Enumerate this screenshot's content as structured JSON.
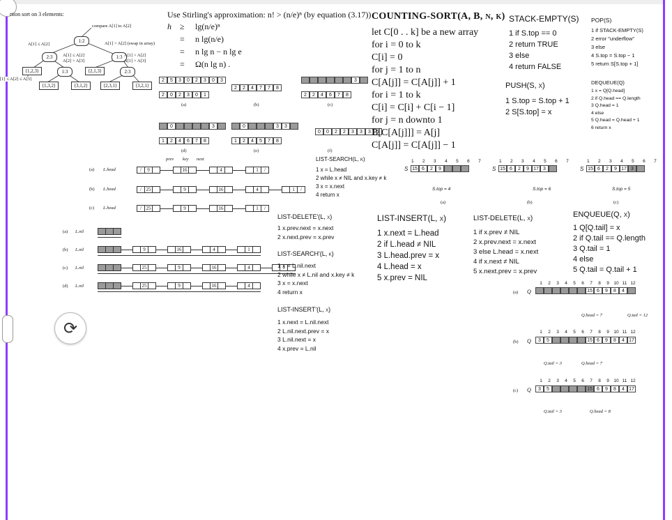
{
  "tree": {
    "heading": "rtion sort on 3 elements:",
    "root_label": "compare A[1] to A[2]",
    "root": "1:2",
    "left_edge": "A[1] ≤ A[2]",
    "right_edge": "A[1] > A[2] (swap in array)",
    "n23": "2:3",
    "n13": "1:3",
    "n23b": "2:3",
    "n13b": "1:3",
    "e1": "A[1] ≤ A[2]",
    "e2": "A[2] > A[3]",
    "e3": "A[1] > A[2]",
    "e4": "A[1] > A[3]",
    "leaves": [
      "⟨1,2,3⟩",
      "⟨1,3,2⟩",
      "⟨3,1,2⟩",
      "⟨2,1,3⟩",
      "⟨2,3,1⟩",
      "⟨3,2,1⟩"
    ],
    "far_left": "[1] ≤ A[2] ≤ A[3]"
  },
  "stirling": {
    "line1": "Use Stirling's approximation: n! > (n/e)ⁿ (by equation (3.17))",
    "h": "h",
    "rows": [
      {
        "rel": "≥",
        "expr": "lg(n/e)ⁿ"
      },
      {
        "rel": "=",
        "expr": "n lg(n/e)"
      },
      {
        "rel": "=",
        "expr": "n lg n − n lg e"
      },
      {
        "rel": "=",
        "expr": "Ω(n lg n) ."
      }
    ]
  },
  "counting_sort": {
    "title": "COUNTING-SORT(A, B, n, k)",
    "lines": [
      "let C[0 . . k] be a new array",
      "for i = 0 to k",
      "    C[i] = 0",
      "for j = 1 to n",
      "    C[A[j]] = C[A[j]] + 1",
      "for i = 1 to k",
      "    C[i] = C[i] + C[i − 1]",
      "for j = n downto 1",
      "    B[C[A[j]]] = A[j]",
      "    C[A[j]] = C[A[j]] − 1"
    ]
  },
  "stack_empty": {
    "title": "STACK-EMPTY(S)",
    "lines": [
      "1  if S.top == 0",
      "2        return TRUE",
      "3  else",
      "4        return FALSE"
    ]
  },
  "pop": {
    "title": "POP(S)",
    "lines": [
      "1  if STACK-EMPTY(S)",
      "2       error \"underflow\"",
      "3  else",
      "4       S.top = S.top − 1",
      "5       return S[S.top + 1]"
    ]
  },
  "push": {
    "title": "PUSH(S, x)",
    "lines": [
      "1  S.top = S.top + 1",
      "2  S[S.top] = x"
    ]
  },
  "dequeue": {
    "title": "DEQUEUE(Q)",
    "lines": [
      "1  x = Q[Q.head]",
      "2  if Q.head == Q.length",
      "3       Q.head = 1",
      "4  else",
      "5       Q.head = Q.head + 1",
      "6  return x"
    ]
  },
  "list_search": {
    "title": "LIST-SEARCH(L, k)",
    "lines": [
      "1  x = L.head",
      "2  while x ≠ NIL and x.key ≠ k",
      "3       x = x.next",
      "4  return x"
    ]
  },
  "stack_arrays": {
    "a": {
      "label": "S",
      "values": [
        "15",
        "6",
        "2",
        "9"
      ],
      "top": "S.top = 4",
      "caption": "(a)"
    },
    "b": {
      "label": "S",
      "values": [
        "15",
        "6",
        "2",
        "9",
        "17",
        "3"
      ],
      "top": "S.top = 6",
      "caption": "(b)"
    },
    "c": {
      "label": "S",
      "values": [
        "15",
        "6",
        "2",
        "9",
        "17",
        "3"
      ],
      "top": "S.top = 5",
      "caption": "(c)"
    },
    "indices": [
      "1",
      "2",
      "3",
      "4",
      "5",
      "6",
      "7"
    ]
  },
  "count_arrays": {
    "A": [
      "2",
      "5",
      "3",
      "0",
      "2",
      "3",
      "0",
      "3"
    ],
    "C1": [
      "2",
      "0",
      "2",
      "3",
      "0",
      "1"
    ],
    "C2": [
      "2",
      "2",
      "4",
      "7",
      "7",
      "8"
    ],
    "Cc": [
      "2",
      "2",
      "4",
      "6",
      "7",
      "8"
    ],
    "captions": [
      "(a)",
      "(b)",
      "(c)",
      "(d)",
      "(e)",
      "(f)"
    ],
    "B_f": [
      "0",
      "0",
      "2",
      "2",
      "3",
      "3",
      "3",
      "5"
    ]
  },
  "linked_lists": {
    "head": "L.head",
    "labels": [
      "prev",
      "key",
      "next"
    ],
    "a": [
      "9",
      "16",
      "4",
      "1"
    ],
    "b": [
      "25",
      "9",
      "16",
      "4",
      "1"
    ],
    "c": [
      "25",
      "9",
      "16",
      "1"
    ],
    "captions": [
      "(a)",
      "(b)",
      "(c)"
    ]
  },
  "sentinel_lists": {
    "nil": "L.nil",
    "a": [],
    "b": [
      "9",
      "16",
      "4",
      "1"
    ],
    "c": [
      "25",
      "9",
      "16",
      "4",
      "1"
    ],
    "d": [
      "25",
      "9",
      "16",
      "4"
    ],
    "captions": [
      "(a)",
      "(b)",
      "(c)",
      "(d)"
    ]
  },
  "list_delete_prime": {
    "title": "LIST-DELETE'(L, x)",
    "lines": [
      "1  x.prev.next = x.next",
      "2  x.next.prev = x.prev"
    ]
  },
  "list_search_prime": {
    "title": "LIST-SEARCH'(L, k)",
    "lines": [
      "1  x = L.nil.next",
      "2  while x ≠ L.nil and x.key ≠ k",
      "3       x = x.next",
      "4  return x"
    ]
  },
  "list_insert_prime": {
    "title": "LIST-INSERT'(L, x)",
    "lines": [
      "1  x.next = L.nil.next",
      "2  L.nil.next.prev = x",
      "3  L.nil.next = x",
      "4  x.prev = L.nil"
    ]
  },
  "list_insert": {
    "title": "LIST-INSERT(L, x)",
    "lines": [
      "1  x.next = L.head",
      "2  if L.head ≠ NIL",
      "3       L.head.prev = x",
      "4  L.head = x",
      "5  x.prev = NIL"
    ]
  },
  "list_delete": {
    "title": "LIST-DELETE(L, x)",
    "lines": [
      "1  if x.prev ≠ NIL",
      "2       x.prev.next = x.next",
      "3  else L.head = x.next",
      "4  if x.next ≠ NIL",
      "5       x.next.prev = x.prev"
    ]
  },
  "enqueue": {
    "title": "ENQUEUE(Q, x)",
    "lines": [
      "1  Q[Q.tail] = x",
      "2  if Q.tail == Q.length",
      "3       Q.tail = 1",
      "4  else",
      "5       Q.tail = Q.tail + 1"
    ]
  },
  "queues": {
    "indices": [
      "1",
      "2",
      "3",
      "4",
      "5",
      "6",
      "7",
      "8",
      "9",
      "10",
      "11",
      "12"
    ],
    "a": {
      "caption": "(a)",
      "label": "Q",
      "cells": [
        "",
        "",
        "",
        "",
        "",
        "",
        "15",
        "6",
        "9",
        "8",
        "4",
        ""
      ],
      "head": "Q.head = 7",
      "tail": "Q.tail = 12"
    },
    "b": {
      "caption": "(b)",
      "label": "Q",
      "cells": [
        "3",
        "5",
        "",
        "",
        "",
        "",
        "15",
        "6",
        "9",
        "8",
        "4",
        "17"
      ],
      "head": "Q.head = 7",
      "tail": "Q.tail = 3"
    },
    "c": {
      "caption": "(c)",
      "label": "Q",
      "cells": [
        "3",
        "5",
        "",
        "",
        "",
        "",
        "15",
        "6",
        "9",
        "8",
        "4",
        "17"
      ],
      "head": "Q.head = 8",
      "tail": "Q.tail = 3"
    }
  },
  "ui": {
    "rotate_icon": "⟳"
  }
}
